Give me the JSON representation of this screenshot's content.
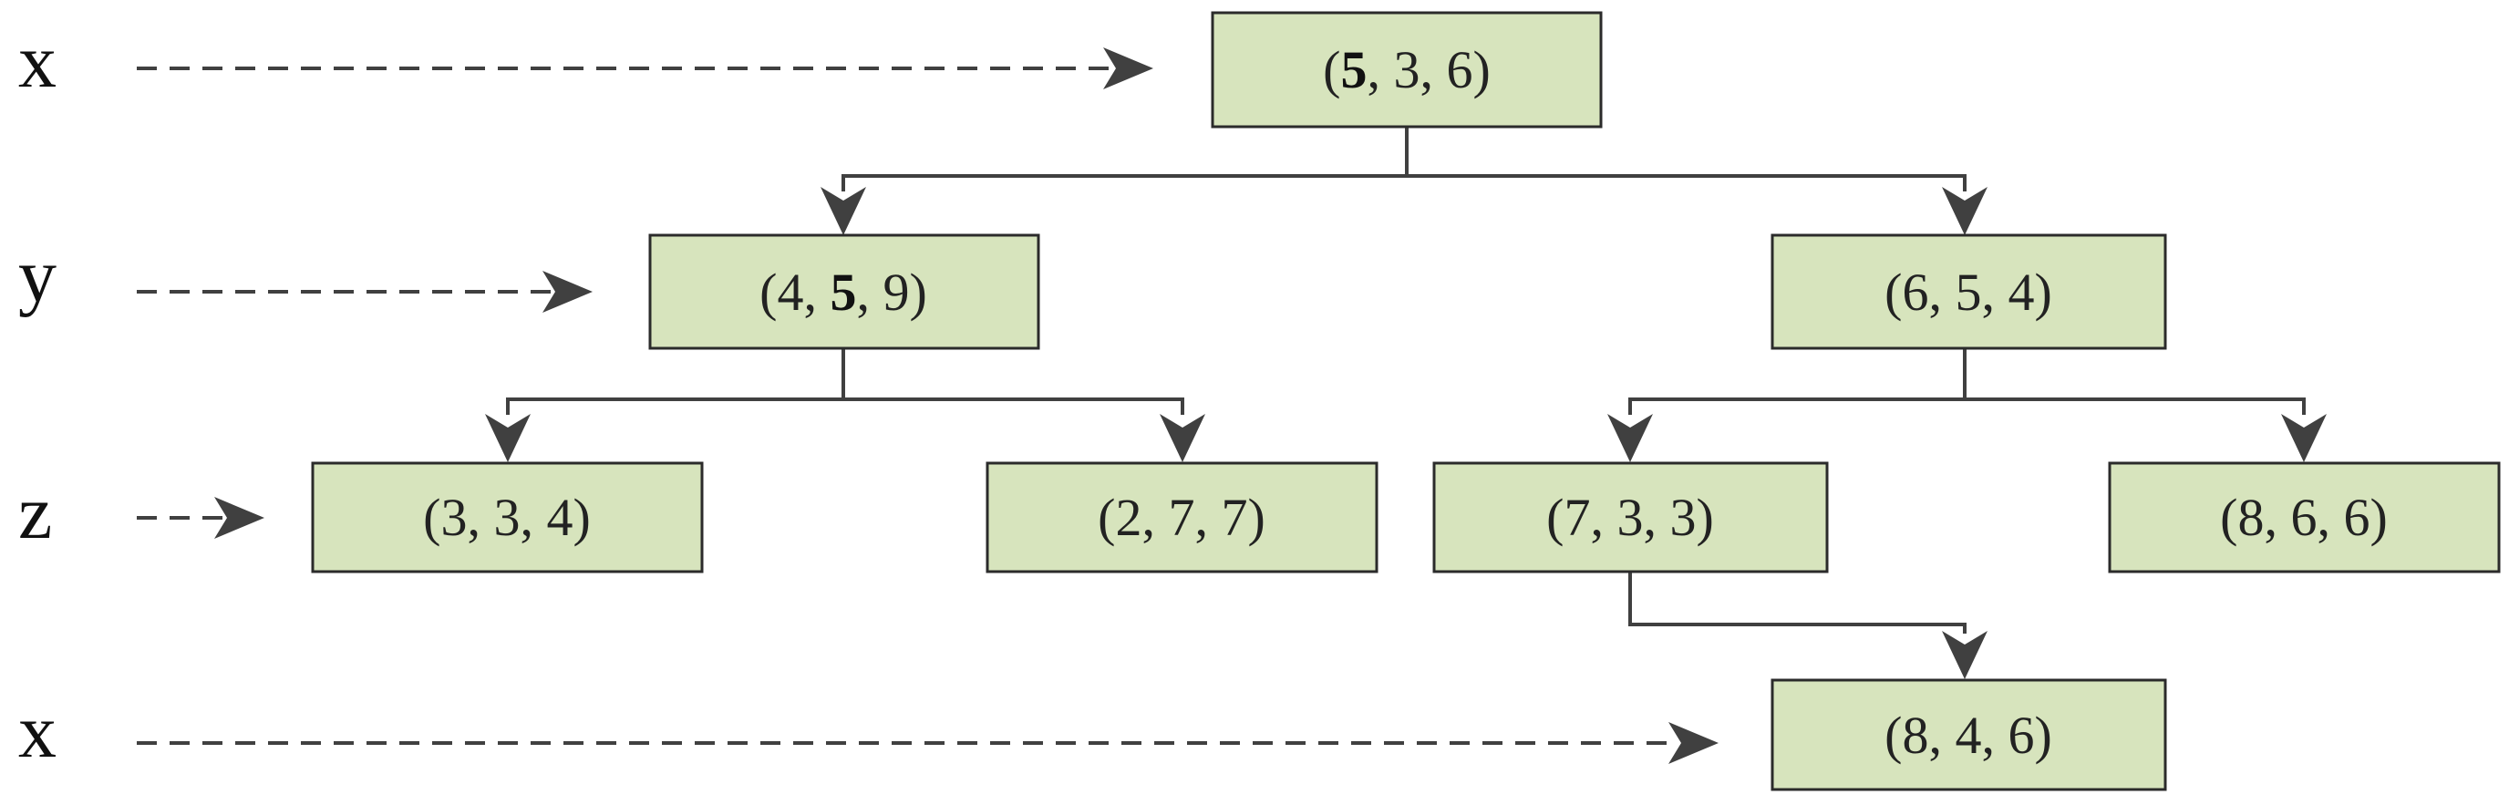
{
  "levels": [
    {
      "axis": "x"
    },
    {
      "axis": "y"
    },
    {
      "axis": "z"
    },
    {
      "axis": "x"
    }
  ],
  "nodes": [
    {
      "id": "root",
      "label": [
        "5",
        "3",
        "6"
      ],
      "bold_index": 0
    },
    {
      "id": "l",
      "label": [
        "4",
        "5",
        "9"
      ],
      "bold_index": 1
    },
    {
      "id": "r",
      "label": [
        "6",
        "5",
        "4"
      ],
      "bold_index": null
    },
    {
      "id": "ll",
      "label": [
        "3",
        "3",
        "4"
      ],
      "bold_index": null
    },
    {
      "id": "lr",
      "label": [
        "2",
        "7",
        "7"
      ],
      "bold_index": null
    },
    {
      "id": "rl",
      "label": [
        "7",
        "3",
        "3"
      ],
      "bold_index": null
    },
    {
      "id": "rr",
      "label": [
        "8",
        "6",
        "6"
      ],
      "bold_index": null
    },
    {
      "id": "rlr",
      "label": [
        "8",
        "4",
        "6"
      ],
      "bold_index": null
    }
  ],
  "edges": [
    {
      "from": "root",
      "to": "l"
    },
    {
      "from": "root",
      "to": "r"
    },
    {
      "from": "l",
      "to": "ll"
    },
    {
      "from": "l",
      "to": "lr"
    },
    {
      "from": "r",
      "to": "rl"
    },
    {
      "from": "r",
      "to": "rr"
    },
    {
      "from": "rl",
      "to": "rlr"
    }
  ],
  "colors": {
    "node_fill": "#d7e4bd",
    "node_stroke": "#2b2b2b",
    "lines": "#404040"
  }
}
